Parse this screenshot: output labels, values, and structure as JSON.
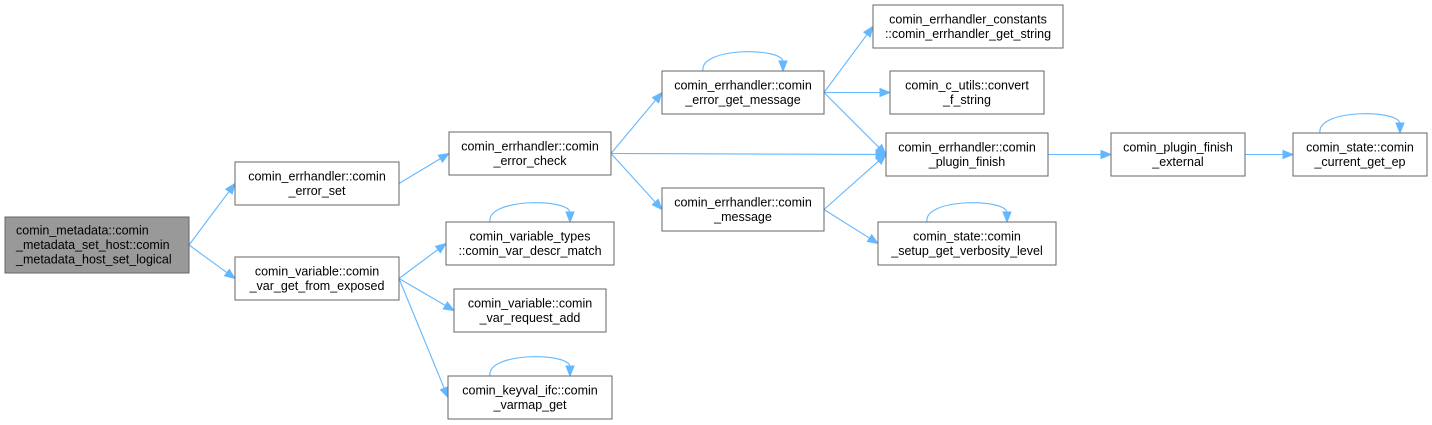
{
  "colors": {
    "edge": "#63b8ff",
    "node_border": "#666666",
    "node_fill": "#ffffff",
    "root_fill": "#999999"
  },
  "nodes": [
    {
      "id": "root",
      "lines": [
        "comin_metadata::comin",
        "_metadata_set_host::comin",
        "_metadata_host_set_logical"
      ],
      "root": true
    },
    {
      "id": "error_set",
      "lines": [
        "comin_errhandler::comin",
        "_error_set"
      ]
    },
    {
      "id": "var_get_from_exposed",
      "lines": [
        "comin_variable::comin",
        "_var_get_from_exposed"
      ]
    },
    {
      "id": "error_check",
      "lines": [
        "comin_errhandler::comin",
        "_error_check"
      ]
    },
    {
      "id": "var_descr_match",
      "lines": [
        "comin_variable_types",
        "::comin_var_descr_match"
      ]
    },
    {
      "id": "var_request_add",
      "lines": [
        "comin_variable::comin",
        "_var_request_add"
      ]
    },
    {
      "id": "varmap_get",
      "lines": [
        "comin_keyval_ifc::comin",
        "_varmap_get"
      ]
    },
    {
      "id": "error_get_message",
      "lines": [
        "comin_errhandler::comin",
        "_error_get_message"
      ]
    },
    {
      "id": "message",
      "lines": [
        "comin_errhandler::comin",
        "_message"
      ]
    },
    {
      "id": "get_string",
      "lines": [
        "comin_errhandler_constants",
        "::comin_errhandler_get_string"
      ]
    },
    {
      "id": "convert_f_string",
      "lines": [
        "comin_c_utils::convert",
        "_f_string"
      ]
    },
    {
      "id": "plugin_finish",
      "lines": [
        "comin_errhandler::comin",
        "_plugin_finish"
      ]
    },
    {
      "id": "setup_get_verbosity_level",
      "lines": [
        "comin_state::comin",
        "_setup_get_verbosity_level"
      ]
    },
    {
      "id": "plugin_finish_external",
      "lines": [
        "comin_plugin_finish",
        "_external"
      ]
    },
    {
      "id": "current_get_ep",
      "lines": [
        "comin_state::comin",
        "_current_get_ep"
      ]
    }
  ],
  "edges": [
    {
      "from": "root",
      "to": "error_set"
    },
    {
      "from": "root",
      "to": "var_get_from_exposed"
    },
    {
      "from": "error_set",
      "to": "error_check"
    },
    {
      "from": "var_get_from_exposed",
      "to": "var_descr_match"
    },
    {
      "from": "var_get_from_exposed",
      "to": "var_request_add"
    },
    {
      "from": "var_get_from_exposed",
      "to": "varmap_get"
    },
    {
      "from": "error_check",
      "to": "error_get_message"
    },
    {
      "from": "error_check",
      "to": "plugin_finish"
    },
    {
      "from": "error_check",
      "to": "message"
    },
    {
      "from": "error_get_message",
      "to": "error_get_message"
    },
    {
      "from": "error_get_message",
      "to": "get_string"
    },
    {
      "from": "error_get_message",
      "to": "convert_f_string"
    },
    {
      "from": "error_get_message",
      "to": "plugin_finish"
    },
    {
      "from": "message",
      "to": "plugin_finish"
    },
    {
      "from": "message",
      "to": "setup_get_verbosity_level"
    },
    {
      "from": "var_descr_match",
      "to": "var_descr_match"
    },
    {
      "from": "varmap_get",
      "to": "varmap_get"
    },
    {
      "from": "setup_get_verbosity_level",
      "to": "setup_get_verbosity_level"
    },
    {
      "from": "plugin_finish",
      "to": "plugin_finish_external"
    },
    {
      "from": "plugin_finish_external",
      "to": "current_get_ep"
    },
    {
      "from": "current_get_ep",
      "to": "current_get_ep"
    }
  ]
}
